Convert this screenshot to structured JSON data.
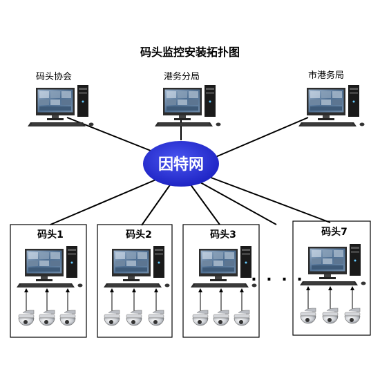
{
  "title": "码头监控安装拓扑图",
  "network": {
    "label": "因特网",
    "color": "#2a30d8"
  },
  "top_nodes": [
    {
      "label": "码头协会",
      "icon": "desktop-computer-icon"
    },
    {
      "label": "港务分局",
      "icon": "desktop-computer-icon"
    },
    {
      "label": "市港务局",
      "icon": "desktop-computer-icon"
    }
  ],
  "docks": [
    {
      "label": "码头1",
      "cameras": 3
    },
    {
      "label": "码头2",
      "cameras": 3
    },
    {
      "label": "码头3",
      "cameras": 3
    },
    {
      "label": "码头7",
      "cameras": 3
    }
  ],
  "ellipsis": ". . . .",
  "icons": {
    "computer": "desktop-computer-icon",
    "camera": "dome-camera-icon",
    "arrow": "upload-arrow-icon"
  }
}
